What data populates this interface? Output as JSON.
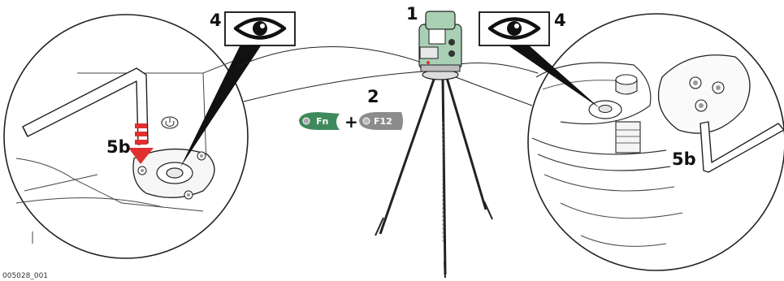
{
  "callouts": {
    "left_eye": "4",
    "right_eye": "4",
    "instrument": "1",
    "keys": "2",
    "left_wrench": "5b",
    "right_wrench": "5b"
  },
  "keys": {
    "fn_label": "Fn",
    "plus": "+",
    "f12_label": "F12"
  },
  "figure_id": "005028_001",
  "colors": {
    "fn_key": "#3f8a5c",
    "f12_key": "#8c8c8c",
    "instrument_body": "#a9cfb4",
    "arrow_red": "#e03030",
    "line": "#222222"
  },
  "icons": {
    "eye": "eye-icon",
    "arrow": "down-arrow-icon"
  }
}
